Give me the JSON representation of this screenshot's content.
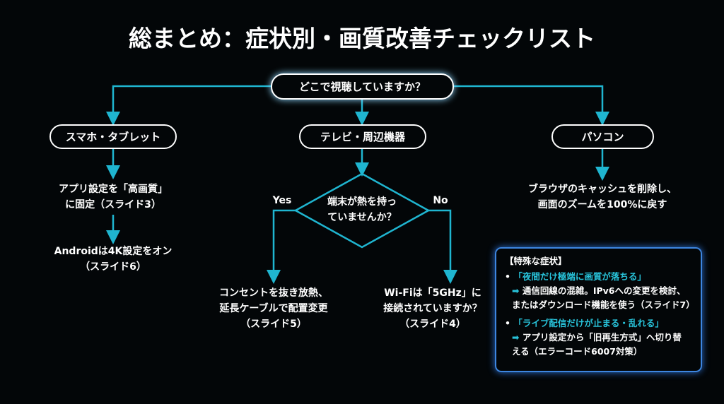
{
  "title": "総まとめ：症状別・画質改善チェックリスト",
  "question": "どこで視聴していますか？",
  "branches": {
    "smartphone": {
      "label": "スマホ・タブレット",
      "step1": [
        "アプリ設定を「高画質」",
        "に固定（スライド3）"
      ],
      "step2": [
        "Androidは4K設定をオン",
        "（スライド6）"
      ]
    },
    "tv": {
      "label": "テレビ・周辺機器",
      "decision": [
        "端末が熱を持っ",
        "ていませんか？"
      ],
      "yes_label": "Yes",
      "no_label": "No",
      "yes_action": [
        "コンセントを抜き放熱、",
        "延長ケーブルで配置変更",
        "（スライド5）"
      ],
      "no_action": [
        "Wi-Fiは「5GHz」に",
        "接続されていますか？",
        "（スライド4）"
      ]
    },
    "pc": {
      "label": "パソコン",
      "step1": [
        "ブラウザのキャッシュを削除し、",
        "画面のズームを100%に戻す"
      ]
    }
  },
  "special": {
    "heading": "【特殊な症状】",
    "items": [
      {
        "symptom": "「夜間だけ極端に画質が落ちる」",
        "action": [
          "通信回線の混雑。IPv6への変更を検討、",
          "またはダウンロード機能を使う（スライド7）"
        ]
      },
      {
        "symptom": "「ライブ配信だけが止まる・乱れる」",
        "action": [
          "アプリ設定から「旧再生方式」へ切り替",
          "える（エラーコード6007対策）"
        ]
      }
    ]
  },
  "colors": {
    "accent": "#1fb5d0",
    "box_border": "#3d86e0",
    "background": "#030608"
  }
}
